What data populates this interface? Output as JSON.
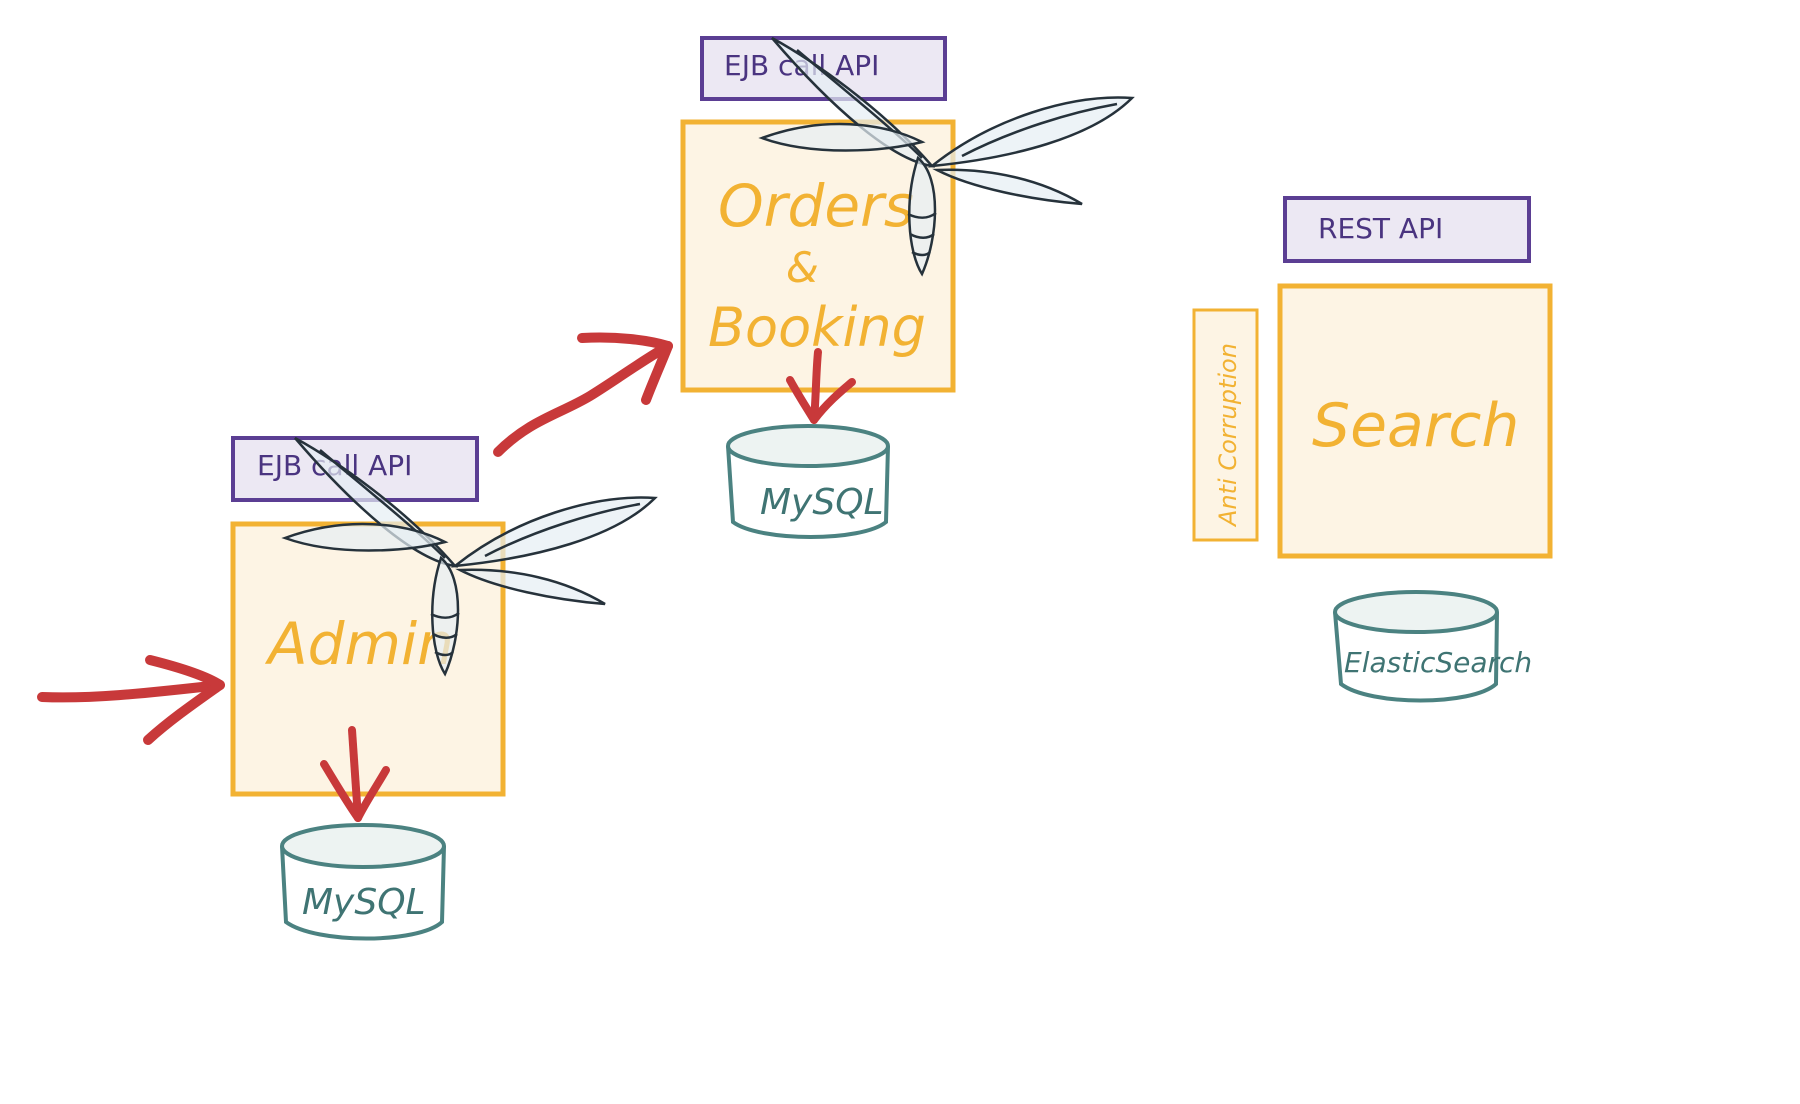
{
  "colors": {
    "service_stroke": "#F2B233",
    "service_fill": "#FDF4E4",
    "api_stroke": "#5B3E93",
    "api_fill": "#ECE8F3",
    "api_text": "#4A3480",
    "db_stroke": "#4B8281",
    "db_fill": "#EDF3F2",
    "db_text": "#3F7473",
    "arrow": "#C8393A",
    "wing_stroke": "#26323B",
    "wing_fill": "#E6EEF4"
  },
  "icons": {
    "framework_logo": "winged-insect-icon",
    "flow_arrow": "red-arrow-icon",
    "database": "cylinder-database-icon"
  },
  "services": {
    "admin": {
      "label": "Admin",
      "api_label": "EJB call API",
      "db_label": "MySQL"
    },
    "orders": {
      "label_line1": "Orders",
      "label_line2": "&",
      "label_line3": "Booking",
      "api_label": "EJB call API",
      "db_label": "MySQL"
    },
    "search": {
      "label": "Search",
      "api_label": "REST API",
      "side_label": "Anti Corruption",
      "db_label": "ElasticSearch"
    }
  }
}
